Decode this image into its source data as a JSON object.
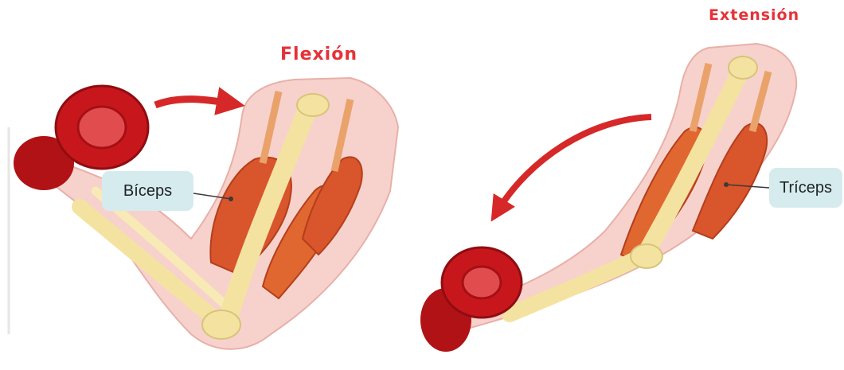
{
  "panels": {
    "flexion": {
      "title": "Flexión",
      "muscle_label": "Bíceps"
    },
    "extension": {
      "title": "Extensión",
      "muscle_label": "Tríceps"
    }
  },
  "colors": {
    "title_red": "#e53238",
    "arrow_red": "#d62828",
    "muscle": "#d9552b",
    "bone": "#f4e3a0",
    "skin": "#f7d2cc",
    "dumbbell": "#c8171c",
    "label_bg": "#d6ebee"
  }
}
